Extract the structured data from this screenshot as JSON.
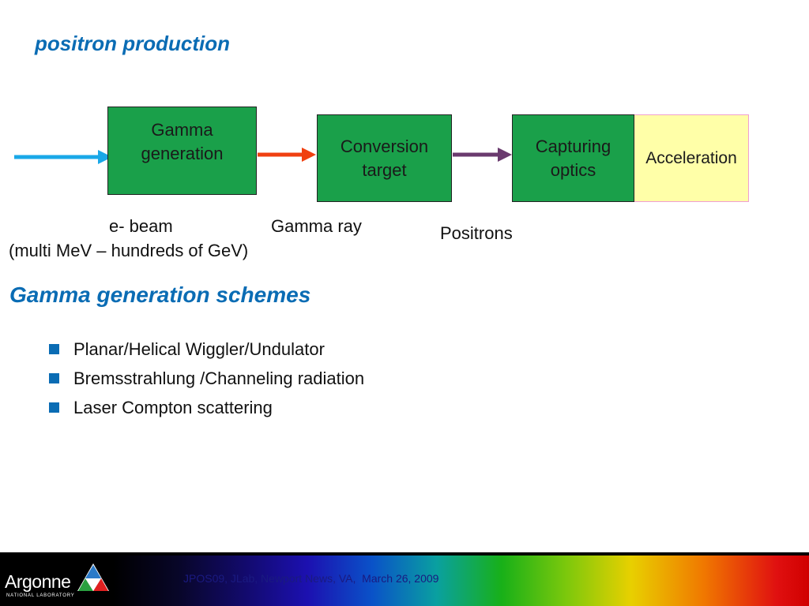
{
  "slide": {
    "title": "positron production",
    "diagram": {
      "boxes": [
        {
          "id": "gamma_generation",
          "label": "Gamma\ngeneration",
          "color": "#1aa04a"
        },
        {
          "id": "conversion_target",
          "label": "Conversion\ntarget",
          "color": "#1aa04a"
        },
        {
          "id": "capturing_optics",
          "label": "Capturing\noptics",
          "color": "#1aa04a"
        },
        {
          "id": "acceleration",
          "label": "Acceleration",
          "color": "#ffffa8"
        }
      ],
      "arrows": [
        {
          "id": "e_beam",
          "color": "#1aa8e8"
        },
        {
          "id": "gamma_ray",
          "color": "#f04010"
        },
        {
          "id": "positrons",
          "color": "#6a3a6e"
        }
      ],
      "labels": {
        "e_beam": "e- beam",
        "e_beam_range": "(multi MeV – hundreds of GeV)",
        "gamma_ray": "Gamma ray",
        "positrons": "Positrons"
      }
    },
    "subtitle": "Gamma generation schemes",
    "bullets": [
      "Planar/Helical Wiggler/Undulator",
      "Bremsstrahlung /Channeling radiation",
      "Laser Compton scattering"
    ],
    "accent_color": "#0a6cb4"
  },
  "footer": {
    "logo_name": "Argonne",
    "logo_subtitle": "NATIONAL LABORATORY",
    "logo_icon": "argonne-triangle-icon",
    "text": "JPOS09, JLab, Newport News, VA,  March 26, 2009"
  }
}
